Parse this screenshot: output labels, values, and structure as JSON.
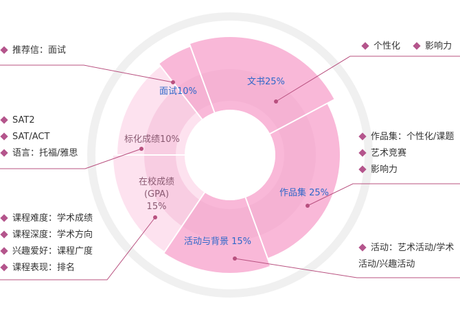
{
  "colors": {
    "outer_ring": "#f0f0f0",
    "seg_main": "#f9b8d8",
    "seg_light": "#fde2ef",
    "inner_shade": "#efa6cc",
    "divider": "#ffffff",
    "connector": "#b8507f",
    "diamond": "#b4558c",
    "label_blue": "#2e67c9",
    "label_muted": "#8a5a72"
  },
  "segments": {
    "s1": {
      "label": "文书25%",
      "value": 25
    },
    "s2": {
      "label": "作品集 25%",
      "value": 25
    },
    "s3": {
      "label": "活动与背景 15%",
      "value": 15
    },
    "s4": {
      "label_lines": [
        "在校成绩",
        "(GPA)",
        "15%"
      ],
      "value": 15
    },
    "s5": {
      "label": "标化成绩10%",
      "value": 10
    },
    "s6": {
      "label": "面试10%",
      "value": 10
    }
  },
  "annotations": {
    "interview": [
      "推荐信：面试"
    ],
    "essay": [
      "个性化",
      "影响力"
    ],
    "portfolio": [
      "作品集：个性化/课题",
      "艺术竞赛",
      "影响力"
    ],
    "activities": [
      "活动：艺术活动/学术",
      "活动/兴趣活动"
    ],
    "tests": [
      "SAT2",
      "SAT/ACT",
      "语言：托福/雅思"
    ],
    "gpa": [
      "课程难度：学术成绩",
      "课程深度：学术方向",
      "兴趣爱好：课程广度",
      "课程表现：排名"
    ]
  }
}
